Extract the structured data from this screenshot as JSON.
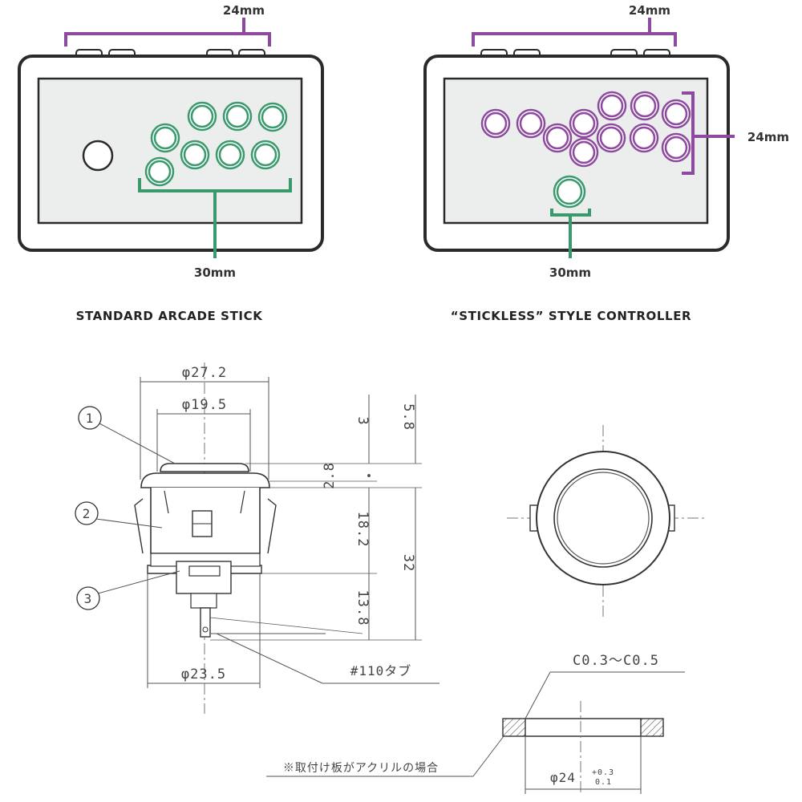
{
  "panels": {
    "standard": {
      "caption": "STANDARD ARCADE STICK",
      "top_dim": "24mm",
      "bottom_dim": "30mm"
    },
    "stickless": {
      "caption": "“STICKLESS” STYLE CONTROLLER",
      "top_dim": "24mm",
      "side_dim": "24mm",
      "bottom_dim": "30mm"
    }
  },
  "drawing": {
    "dims": {
      "d_outer": "φ27.2",
      "d_inner": "φ19.5",
      "d_base": "φ23.5",
      "h_cap": "3",
      "h_top": "5.8",
      "h_flange": "2.8",
      "h_body": "18.2",
      "h_total": "32",
      "h_bottom": "13.8",
      "hole_dia": "φ24",
      "hole_tol_upper": "+0.3",
      "hole_tol_lower": "0.1"
    },
    "callouts": [
      "1",
      "2",
      "3"
    ],
    "tab_note": "#110タブ",
    "chamfer_note": "C0.3〜C0.5",
    "panel_note": "※取付け板がアクリルの場合"
  },
  "colors": {
    "green": "#3a9a6e",
    "purple": "#8e4a9e",
    "outline": "#2a2a2a",
    "panel_fill": "#eceeee"
  }
}
